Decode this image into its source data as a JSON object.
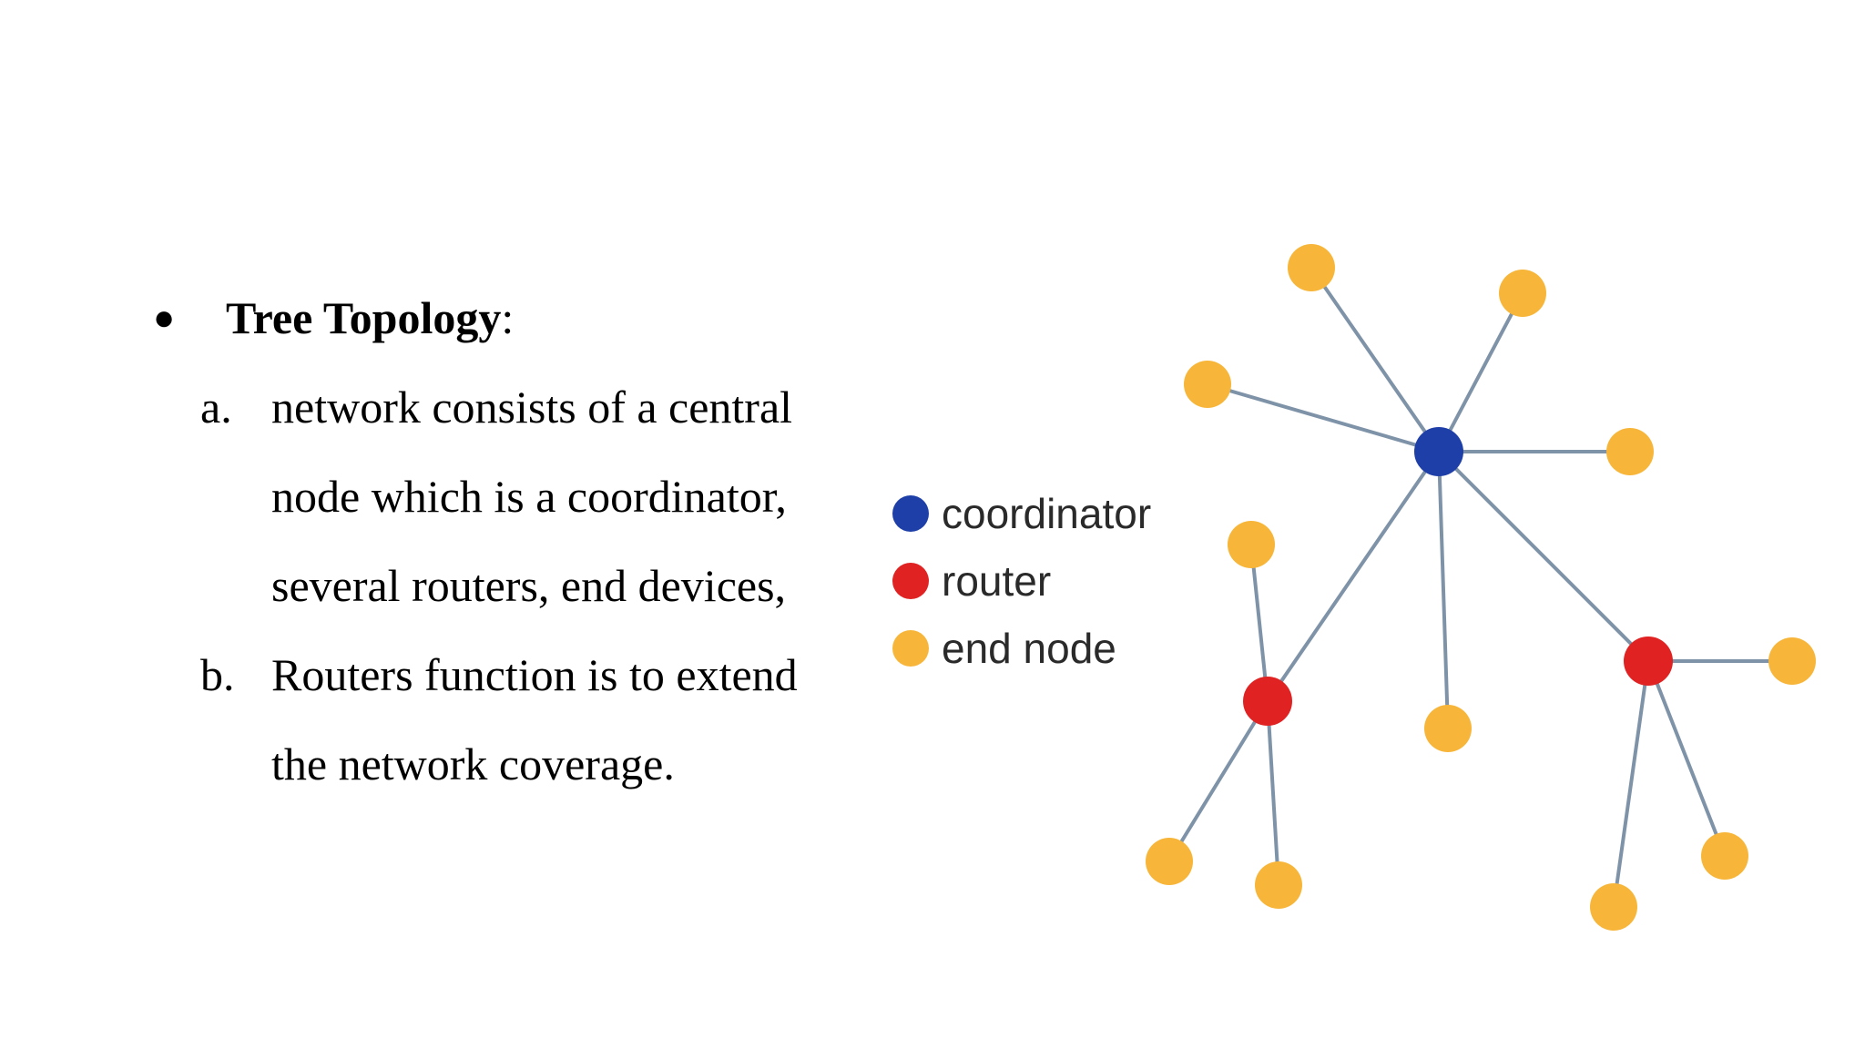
{
  "slide": {
    "bullet": {
      "marker": "●",
      "heading": "Tree Topology",
      "heading_suffix": ":"
    },
    "items": [
      {
        "marker": "a.",
        "lines": [
          "network consists of a central",
          "node which is a coordinator,",
          "several routers, end devices,"
        ]
      },
      {
        "marker": "b.",
        "lines": [
          "Routers function is to extend",
          "the network coverage."
        ]
      }
    ]
  },
  "diagram": {
    "legend": [
      {
        "label": "coordinator",
        "color": "#1f3fa8"
      },
      {
        "label": "router",
        "color": "#e02222"
      },
      {
        "label": "end node",
        "color": "#f7b63a"
      }
    ],
    "colors": {
      "coordinator": "#1f3fa8",
      "router": "#e02222",
      "end_node": "#f7b63a",
      "edge": "#7f93a8"
    }
  }
}
